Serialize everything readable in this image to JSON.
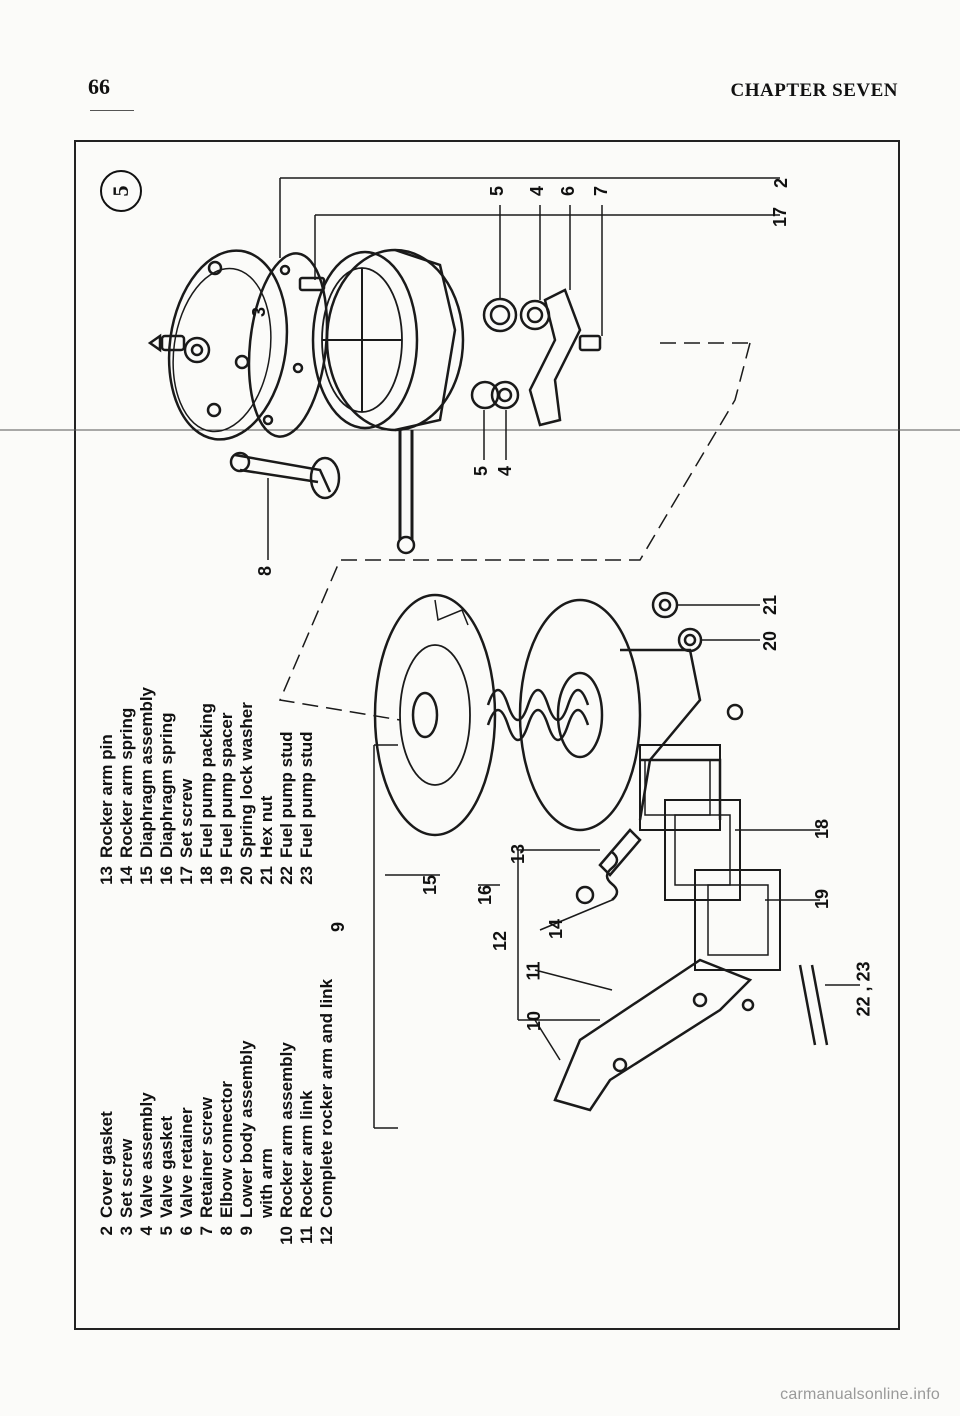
{
  "header": {
    "page_number": "66",
    "chapter_title": "CHAPTER SEVEN"
  },
  "figure": {
    "figure_label": "5",
    "legend_left": [
      {
        "num": "2",
        "text": "Cover gasket"
      },
      {
        "num": "3",
        "text": "Set screw"
      },
      {
        "num": "4",
        "text": "Valve assembly"
      },
      {
        "num": "5",
        "text": "Valve gasket"
      },
      {
        "num": "6",
        "text": "Valve retainer"
      },
      {
        "num": "7",
        "text": "Retainer screw"
      },
      {
        "num": "8",
        "text": "Elbow connector"
      },
      {
        "num": "9",
        "text": "Lower body assembly"
      },
      {
        "num": "",
        "text": "with arm"
      },
      {
        "num": "10",
        "text": "Rocker arm assembly"
      },
      {
        "num": "11",
        "text": "Rocker arm link"
      },
      {
        "num": "12",
        "text": "Complete rocker arm and link"
      }
    ],
    "legend_right": [
      {
        "num": "13",
        "text": "Rocker arm pin"
      },
      {
        "num": "14",
        "text": "Rocker arm spring"
      },
      {
        "num": "15",
        "text": "Diaphragm assembly"
      },
      {
        "num": "16",
        "text": "Diaphragm spring"
      },
      {
        "num": "17",
        "text": "Set screw"
      },
      {
        "num": "18",
        "text": "Fuel pump packing"
      },
      {
        "num": "19",
        "text": "Fuel pump spacer"
      },
      {
        "num": "20",
        "text": "Spring lock washer"
      },
      {
        "num": "21",
        "text": "Hex nut"
      },
      {
        "num": "22",
        "text": "Fuel pump stud"
      },
      {
        "num": "23",
        "text": "Fuel pump stud"
      }
    ],
    "callouts": {
      "c2": "2",
      "c3": "3",
      "c17": "17",
      "c5a": "5",
      "c4a": "4",
      "c6": "6",
      "c7": "7",
      "c5b": "5",
      "c4b": "4",
      "c8": "8",
      "c21": "21",
      "c20": "20",
      "c9": "9",
      "c15": "15",
      "c16": "16",
      "c12": "12",
      "c13": "13",
      "c14": "14",
      "c11": "11",
      "c10": "10",
      "c18": "18",
      "c19": "19",
      "c22_23": "22 , 23"
    }
  },
  "footer": {
    "watermark": "carmanualsonline.info"
  }
}
